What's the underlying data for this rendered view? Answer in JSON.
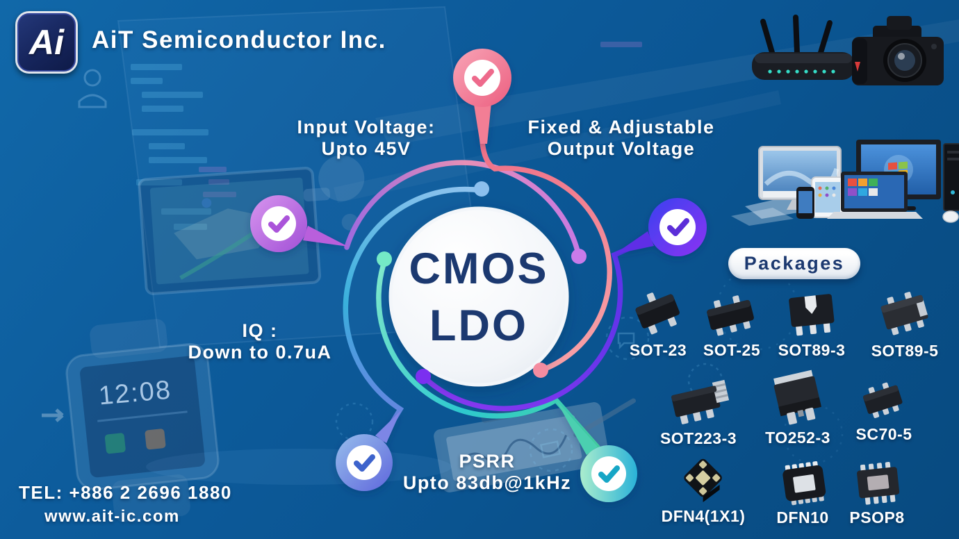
{
  "header": {
    "logo_text": "Ai",
    "title": "AiT Semiconductor Inc."
  },
  "center": {
    "line1": "CMOS",
    "line2": "LDO"
  },
  "features": {
    "input_voltage": {
      "line1": "Input Voltage:",
      "line2": "Upto 45V"
    },
    "output_voltage": {
      "line1": "Fixed & Adjustable",
      "line2": "Output Voltage"
    },
    "iq": {
      "line1": "IQ :",
      "line2": "Down to 0.7uA"
    },
    "psrr": {
      "line1": "PSRR",
      "line2": "Upto 83db@1kHz"
    }
  },
  "packages": {
    "title": "Packages",
    "items": [
      "SOT-23",
      "SOT-25",
      "SOT89-3",
      "SOT89-5",
      "SOT223-3",
      "TO252-3",
      "SC70-5",
      "DFN4(1X1)",
      "DFN10",
      "PSOP8"
    ]
  },
  "contact": {
    "tel": "TEL: +886 2 2696 1880",
    "website": "www.ait-ic.com"
  },
  "background": {
    "smartwatch_time": "12:08"
  },
  "colors": {
    "background": "#0B5694",
    "navy_text": "#1C3970",
    "balloon_pink": "#EC5F80",
    "balloon_purple": "#A14FD6",
    "balloon_indigo": "#8C33F2",
    "balloon_blue": "#5F66DC",
    "balloon_teal": "#2AB2D8",
    "arc_pink": "#F2828F",
    "arc_purple": "#A873E2",
    "arc_indigo": "#6D32EC",
    "arc_teal": "#3ECFA8",
    "arc_blue": "#39B0DC"
  }
}
